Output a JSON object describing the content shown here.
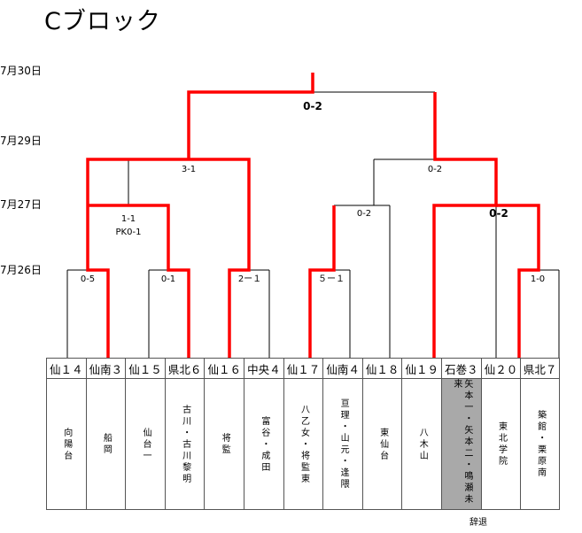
{
  "title": "Cブロック",
  "dates": [
    "7月30日",
    "7月29日",
    "7月27日",
    "7月26日"
  ],
  "teams": [
    "仙１４",
    "仙南３",
    "仙１５",
    "県北６",
    "仙１６",
    "中央４",
    "仙１７",
    "仙南４",
    "仙１８",
    "仙１９",
    "石巻３",
    "仙２０",
    "県北７"
  ],
  "schools": [
    {
      "cols": [
        "向陽台"
      ]
    },
    {
      "cols": [
        "船岡"
      ]
    },
    {
      "cols": [
        "仙台一"
      ]
    },
    {
      "cols": [
        "古川・古川黎明"
      ]
    },
    {
      "cols": [
        "将監"
      ]
    },
    {
      "cols": [
        "富谷・成田"
      ]
    },
    {
      "cols": [
        "八乙女・将監東"
      ]
    },
    {
      "cols": [
        "亘理・山元・逢隈"
      ]
    },
    {
      "cols": [
        "東仙台"
      ]
    },
    {
      "cols": [
        "八木山"
      ]
    },
    {
      "cols": [
        "矢本一・矢本二・鳴瀬未来"
      ],
      "shaded": true
    },
    {
      "cols": [
        "東北学院"
      ]
    },
    {
      "cols": [
        "築館・栗原南"
      ]
    }
  ],
  "scores": {
    "r1_1": "0-5",
    "r1_2": "0-1",
    "r1_3": "2ー１",
    "r1_4": "５ー１",
    "r1_5": "1-0",
    "qf_1": "1-1",
    "qf_1_pk": "PK0-1",
    "qf_2": "0-2",
    "qf_3": "0-2",
    "sf_1": "3-1",
    "sf_2": "0-2",
    "final": "0-2"
  },
  "note": "辞退",
  "colors": {
    "winner_line": "#ff0000",
    "line": "#000000",
    "shade": "#a9a9a9"
  }
}
